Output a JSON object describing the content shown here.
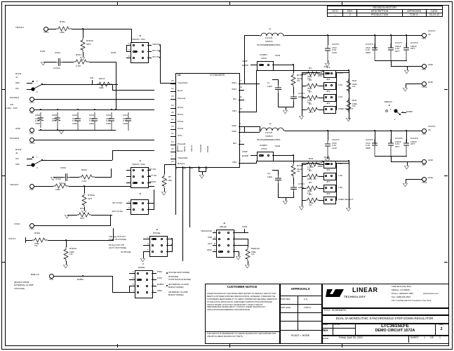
{
  "sheet": {
    "border_ticks_top": [
      "4",
      "3",
      "2",
      "1"
    ],
    "revision_history": {
      "title": "REVISION HISTORY",
      "headers": [
        "ECO",
        "REV",
        "DESCRIPTION",
        "APPROVED",
        "DATE"
      ],
      "rows": [
        [
          "—",
          "2",
          "PRODUCTION",
          "TOM G.",
          "03-19-10"
        ]
      ]
    }
  },
  "title_block": {
    "customer_notice": {
      "heading": "CUSTOMER NOTICE",
      "body": "LINEAR TECHNOLOGY HAS MADE A BEST EFFORT TO DESIGN A CIRCUIT THAT MEETS CUSTOMER-SUPPLIED SPECIFICATIONS; HOWEVER, IT REMAINS THE CUSTOMER'S RESPONSIBILITY TO VERIFY PROPER AND RELIABLE OPERATION IN THE ACTUAL APPLICATION.  COMPONENT SUBSTITUTION AND PRINTED CIRCUIT BOARD LAYOUT MAY SIGNIFICANTLY AFFECT CIRCUIT PERFORMANCE OR RELIABILITY.  CONTACT LINEAR TECHNOLOGY APPLICATIONS ENGINEERING FOR ASSISTANCE.",
      "footer": "THIS CIRCUIT IS PROPRIETARY TO LINEAR TECHNOLOGY AND SUPPLIED FOR USE WITH LINEAR TECHNOLOGY PARTS."
    },
    "approvals": {
      "heading": "APPROVALS",
      "rows": [
        {
          "label": "PCB DES.",
          "value": "A.K."
        },
        {
          "label": "APP. ENG.",
          "value": "TOM G."
        },
        {
          "label": "",
          "value": ""
        },
        {
          "label": "",
          "value": ""
        }
      ],
      "scale": "SCALE = NONE"
    },
    "company": {
      "name": "LINEAR",
      "sub": "TECHNOLOGY",
      "address1": "1630 McCarthy Blvd.",
      "address2": "Milpitas, CA 95035",
      "phone": "Phone: (408)432-1900",
      "fax": "Fax: (408)434-0507",
      "web": "www.linear.com",
      "confidential": "LTC Confidential-For Customer Use Only"
    },
    "title_label": "TITLE: SCHEMATIC",
    "description": "DUAL 3A MONOLITHIC SYNCHRONOUS STEP-DOWN REGULATOR",
    "size_label": "SIZE",
    "size_value": "N/A",
    "icno_label": "IC NO.",
    "part": "LTC3615EFE",
    "demo": "DEMO CIRCUIT 1572A",
    "rev_label": "REV.",
    "rev_value": "2",
    "date_label": "DATE:",
    "date_value": "Friday, April 30, 2010",
    "sheet_label": "SHEET",
    "sheet_value": "1",
    "of_label": "OF",
    "of_value": "1"
  },
  "ic": {
    "ref": "U1",
    "part": "LTC3615EFE",
    "left_pins": [
      {
        "num": "23",
        "name": "Track/SS1"
      },
      {
        "num": "14",
        "name": "Run1"
      },
      {
        "num": "15",
        "name": "PGood1"
      },
      {
        "num": "19",
        "name": "PVin1"
      },
      {
        "num": "20",
        "name": "PVin1"
      },
      {
        "num": "11",
        "name": "PVin2"
      },
      {
        "num": "10",
        "name": "PVin2"
      },
      {
        "num": "21",
        "name": "SVin"
      },
      {
        "num": "13",
        "name": "PGood2"
      },
      {
        "num": "12",
        "name": "Run2"
      },
      {
        "num": "7",
        "name": "Track/SS2"
      },
      {
        "num": "22",
        "name": "RcSync"
      }
    ],
    "right_pins": [
      {
        "num": "17",
        "name": "SW1"
      },
      {
        "num": "18",
        "name": "SW1"
      },
      {
        "num": "24",
        "name": "Ith1"
      },
      {
        "num": "25",
        "name": "FB1"
      },
      {
        "num": "8",
        "name": "SW2"
      },
      {
        "num": "9",
        "name": "SW2"
      },
      {
        "num": "3",
        "name": "Ith2"
      },
      {
        "num": "2",
        "name": "FB2"
      }
    ],
    "bottom_pins": [
      {
        "num": "1",
        "name": "Phase"
      },
      {
        "num": "26",
        "name": "Mode"
      },
      {
        "num": "16",
        "name": "SRLim"
      },
      {
        "num": "5",
        "name": "SVGND"
      },
      {
        "num": "4",
        "name": "PGND"
      }
    ]
  },
  "nets": {
    "track1": "TRACK1",
    "track2": "TRACK2",
    "run1": "RUN1",
    "run2": "RUN2",
    "pgood1": "PGOOD1",
    "pgood2": "PGOOD2",
    "vin": "VIN",
    "vin_range": "2.25V - 5.5V",
    "gnd": "GND",
    "sync": "SYNC",
    "vout1": "VOUT1",
    "vout1_out": "VOUT1",
    "vout2_out": "VOUT2",
    "bmecv": "BME CV",
    "bmecv_note": "(BURST MODE\nEXTERNAL CLAMP\nVOLTAGE)",
    "ecbm": "ECBM",
    "svin": "SVIN",
    "current_1": "3A",
    "current_2": "3A"
  },
  "testpoints": [
    {
      "name": "TP11",
      "net": "TRACK1"
    },
    {
      "name": "TP3",
      "net": "PGOOD1"
    },
    {
      "name": "TP1",
      "net": "VIN"
    },
    {
      "name": "TP2",
      "net": "GND"
    },
    {
      "name": "TP10",
      "net": "PGOOD2"
    },
    {
      "name": "TP8",
      "net": "TRACK2"
    },
    {
      "name": "TP9",
      "net": "SYNC"
    },
    {
      "name": "TP6",
      "net": "BME CV"
    },
    {
      "name": "TP4",
      "net": "VOUT1"
    },
    {
      "name": "TP5",
      "net": "GND"
    },
    {
      "name": "TP12",
      "net": "GND"
    },
    {
      "name": "TP6",
      "net": "VOUT2"
    },
    {
      "name": "TP7",
      "net": "GND"
    },
    {
      "name": "TP14",
      "net": "GND"
    }
  ],
  "jumpers": [
    {
      "ref": "J5",
      "name": "TRACK / SS1",
      "options": [
        "TRACK",
        "EXT SS",
        "INT SS"
      ],
      "pins": [
        "1",
        "2",
        "3",
        "4",
        "5",
        "6"
      ]
    },
    {
      "ref": "J1",
      "name": "RUN1",
      "options": [
        "OFF",
        "ON"
      ]
    },
    {
      "ref": "J2",
      "name": "RUN2",
      "options": [
        "ON",
        "OFF"
      ]
    },
    {
      "ref": "J4",
      "name": "TRACK / SS2",
      "options": [
        "INT SS",
        "EXT SS",
        "TRACK"
      ],
      "pins": [
        "1",
        "2",
        "3",
        "4",
        "5",
        "6"
      ]
    },
    {
      "ref": "J3",
      "name": "INT SYNC",
      "options": [
        "INT SYNC",
        "EXT SYNC"
      ]
    },
    {
      "ref": "J6",
      "name": "PHASE",
      "options": [
        "180 deg OUT PH\n(OUT OF PHASE)",
        "90 deg OUT PH\n(OUT OF PHASE)",
        "IN PHASE"
      ]
    },
    {
      "ref": "J7",
      "name": "MODE",
      "options": [
        "PSM",
        "FCM",
        "ECBM",
        "CBM"
      ],
      "descriptions": [
        "(PULSE-SKIP MODE)",
        "(FORCED\nCONTINUOUS MODE)",
        "(EXTERNAL CLAMP\nBURST MODE)",
        "(INTERNAL CLAMP\nBURST MODE)"
      ]
    },
    {
      "ref": "J8",
      "name": "SRLIM",
      "options": [
        "TRACKING",
        "MIN",
        "ADJ",
        "MAX"
      ]
    },
    {
      "ref": "J9",
      "name": "EBMCV"
    },
    {
      "ref": "COMP1",
      "name": "JITH1"
    },
    {
      "ref": "COMP2",
      "name": "JITH2"
    },
    {
      "ref": "JP1",
      "name": "JP1",
      "label": "1.8V"
    },
    {
      "ref": "JP2",
      "name": "JP2",
      "label": "2.5V"
    },
    {
      "ref": "JP3",
      "name": "JP3",
      "label": "3.3V"
    },
    {
      "ref": "JP4",
      "name": "JP4",
      "label": "USER SELECT"
    },
    {
      "ref": "JP5",
      "name": "JP5",
      "label": "1.2V"
    },
    {
      "ref": "JP6",
      "name": "JP6",
      "label": "1.5V"
    },
    {
      "ref": "JP7",
      "name": "JP7",
      "label": "1.8V"
    },
    {
      "ref": "JP8",
      "name": "JP8",
      "label": "USER SELECT"
    }
  ],
  "components": {
    "inductors": [
      {
        "ref": "L1",
        "value": "0.47uH",
        "mfr": "VISHAY",
        "pn": "IHLP1008BZERR47M01"
      },
      {
        "ref": "L2",
        "value": "0.47uH",
        "mfr": "VISHAY",
        "pn": "IHLP1008BZERR47M01"
      }
    ],
    "resistors": [
      {
        "ref": "RTR1",
        "value": "100k"
      },
      {
        "ref": "RTR1A",
        "value": "OPT"
      },
      {
        "ref": "RSS1",
        "value": "4.7M"
      },
      {
        "ref": "RTR2",
        "value": "100k"
      },
      {
        "ref": "RTR2A",
        "value": "OPT"
      },
      {
        "ref": "RSS2",
        "value": "4.7M"
      },
      {
        "ref": "RT2",
        "value": "OPT"
      },
      {
        "ref": "RTR3",
        "value": "249k\n1%"
      },
      {
        "ref": "RTR3A",
        "value": "100k\n1%"
      },
      {
        "ref": "RPG1",
        "value": "100k"
      },
      {
        "ref": "RPG2",
        "value": "100k"
      },
      {
        "ref": "RT",
        "value": "1.78k"
      },
      {
        "ref": "RITH1",
        "value": "40.2k\n1%"
      },
      {
        "ref": "RITH2",
        "value": "40.2k\n1%"
      },
      {
        "ref": "RSRLIM",
        "value": "100k\n1%"
      },
      {
        "ref": "R1",
        "value": "845k  1%"
      },
      {
        "ref": "R3",
        "value": "402k\n1%"
      },
      {
        "ref": "R5",
        "value": "301k\n1%"
      },
      {
        "ref": "R7",
        "value": "187k\n1%"
      },
      {
        "ref": "R9",
        "value": "OPT"
      },
      {
        "ref": "RN3",
        "value": "301k\n1%"
      },
      {
        "ref": "RN4",
        "value": "100k\n1%"
      },
      {
        "ref": "RN1",
        "value": "845K   1%"
      },
      {
        "ref": "RN2",
        "value": "1.13M\n1%"
      },
      {
        "ref": "R2",
        "value": "845k  1%"
      },
      {
        "ref": "R4",
        "value": "402k\n1%"
      },
      {
        "ref": "R6",
        "value": "301k\n1%"
      },
      {
        "ref": "R8",
        "value": "187k\n1%"
      },
      {
        "ref": "R10",
        "value": "OPT"
      }
    ],
    "capacitors": [
      {
        "ref": "CSS1",
        "value": "0.01uF"
      },
      {
        "ref": "CSS2",
        "value": "0.01uF"
      },
      {
        "ref": "CIN8",
        "value": "100uF\n6.3V\nT840"
      },
      {
        "ref": "CIN6",
        "value": "100uF\nOPT"
      },
      {
        "ref": "CIN4",
        "value": "22uF\n6.3V\n1206"
      },
      {
        "ref": "CIN3",
        "value": "22uF\n6.3V\n1206"
      },
      {
        "ref": "CIN2",
        "value": "22uF\n6.3V\n1206"
      },
      {
        "ref": "CIN1",
        "value": "22uF\n6.3V\n1206"
      },
      {
        "ref": "CITH1",
        "value": "220pF"
      },
      {
        "ref": "CITH2",
        "value": "220pF"
      },
      {
        "ref": "CI",
        "value": "10pF"
      },
      {
        "ref": "C2",
        "value": "10pF"
      },
      {
        "ref": "COUT1",
        "value": "47uF\n6.3V\n1210"
      },
      {
        "ref": "COUT3",
        "value": "47uF\n6.3V\n0805"
      },
      {
        "ref": "COUT7",
        "value": "100uF\n6.3V\nOPT"
      },
      {
        "ref": "COUT5",
        "value": "100uF\nOPT"
      },
      {
        "ref": "COUT2",
        "value": "47uF\n6.3V\n1210"
      },
      {
        "ref": "COUT4",
        "value": "47uF\n6.3V\n0805"
      },
      {
        "ref": "COUT8",
        "value": "100uF\n6.3V\nOPT"
      },
      {
        "ref": "COUT6",
        "value": "100uF\nOPT"
      }
    ]
  },
  "signal_labels": {
    "icmp1": "ICMP",
    "ecmp1": "ECMP",
    "icmp2": "ICMP",
    "ecmp2": "ECMP",
    "ith1": "Ith1",
    "ith2": "Ith2",
    "fb1": "FB1",
    "fb2": "FB2",
    "sw1": "SW1",
    "sw2": "SW2",
    "svin": "SVIN",
    "vin": "VIN",
    "pgnd": "PGND",
    "svgnd": "SVGND",
    "track_ss1": "Track/SS1",
    "track_ss2": "Track/SS2",
    "user_select": "USER SELECT"
  }
}
